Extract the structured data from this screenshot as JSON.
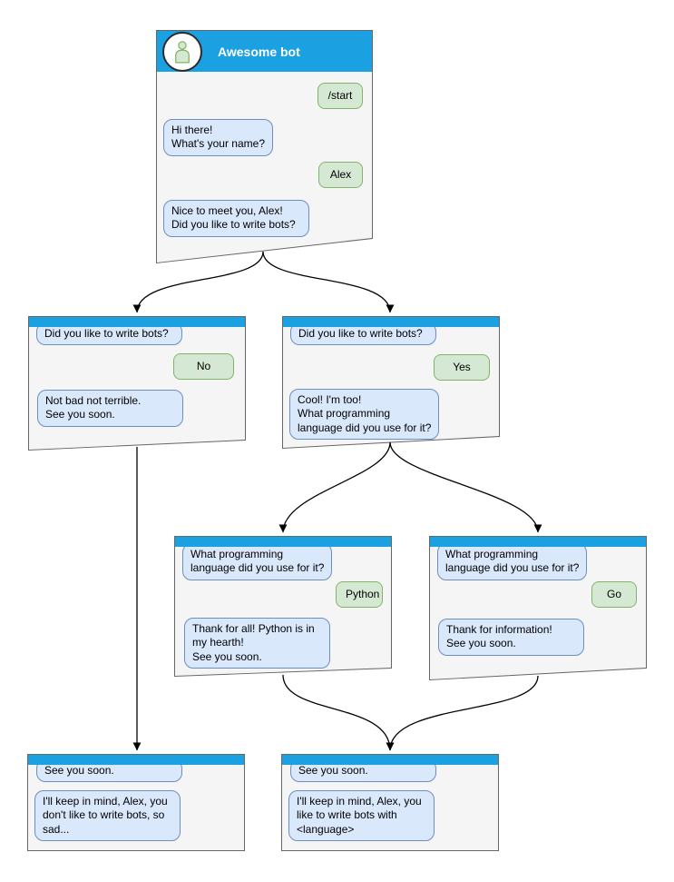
{
  "colors": {
    "header_blue": "#1BA1E2",
    "bot_bubble_fill": "#DAE8FC",
    "bot_bubble_border": "#6C8EBF",
    "user_bubble_fill": "#D5E8D4",
    "user_bubble_border": "#82B366",
    "window_fill": "#F5F5F5",
    "window_border": "#666666",
    "connector": "#000000",
    "title_text": "#FFFFFF"
  },
  "windows": [
    {
      "id": "start",
      "title": "Awesome bot",
      "avatar_icon": "person-icon",
      "messages": [
        {
          "from": "user",
          "text": "/start"
        },
        {
          "from": "bot",
          "text": "Hi there!\nWhat's your name?"
        },
        {
          "from": "user",
          "text": "Alex"
        },
        {
          "from": "bot",
          "text": "Nice to meet you, Alex!\nDid you like to write bots?"
        }
      ]
    },
    {
      "id": "branch-no",
      "messages": [
        {
          "from": "bot",
          "text": "Did you like to write bots?"
        },
        {
          "from": "user",
          "text": "No"
        },
        {
          "from": "bot",
          "text": "Not bad not terrible.\nSee you soon."
        }
      ]
    },
    {
      "id": "branch-yes",
      "messages": [
        {
          "from": "bot",
          "text": "Did you like to write bots?"
        },
        {
          "from": "user",
          "text": "Yes"
        },
        {
          "from": "bot",
          "text": "Cool! I'm too!\nWhat programming\nlanguage did you use for it?"
        }
      ]
    },
    {
      "id": "lang-python",
      "messages": [
        {
          "from": "bot",
          "text": "What programming\nlanguage did you use for it?"
        },
        {
          "from": "user",
          "text": "Python"
        },
        {
          "from": "bot",
          "text": "Thank for all! Python is in\nmy hearth!\nSee you soon."
        }
      ]
    },
    {
      "id": "lang-go",
      "messages": [
        {
          "from": "bot",
          "text": "What programming\nlanguage did you use for it?"
        },
        {
          "from": "user",
          "text": "Go"
        },
        {
          "from": "bot",
          "text": "Thank for information!\nSee you soon."
        }
      ]
    },
    {
      "id": "end-no",
      "messages": [
        {
          "from": "bot",
          "text": "See you soon."
        },
        {
          "from": "bot",
          "text": "I'll keep in mind, Alex, you\ndon't like to write bots, so\nsad..."
        }
      ]
    },
    {
      "id": "end-yes",
      "messages": [
        {
          "from": "bot",
          "text": "See you soon."
        },
        {
          "from": "bot",
          "text": "I'll keep in mind, Alex, you\nlike to write bots with\n<language>"
        }
      ]
    }
  ],
  "connections": [
    {
      "from": "start",
      "to": "branch-no"
    },
    {
      "from": "start",
      "to": "branch-yes"
    },
    {
      "from": "branch-no",
      "to": "end-no"
    },
    {
      "from": "branch-yes",
      "to": "lang-python"
    },
    {
      "from": "branch-yes",
      "to": "lang-go"
    },
    {
      "from": "lang-python",
      "to": "end-yes"
    },
    {
      "from": "lang-go",
      "to": "end-yes"
    }
  ]
}
